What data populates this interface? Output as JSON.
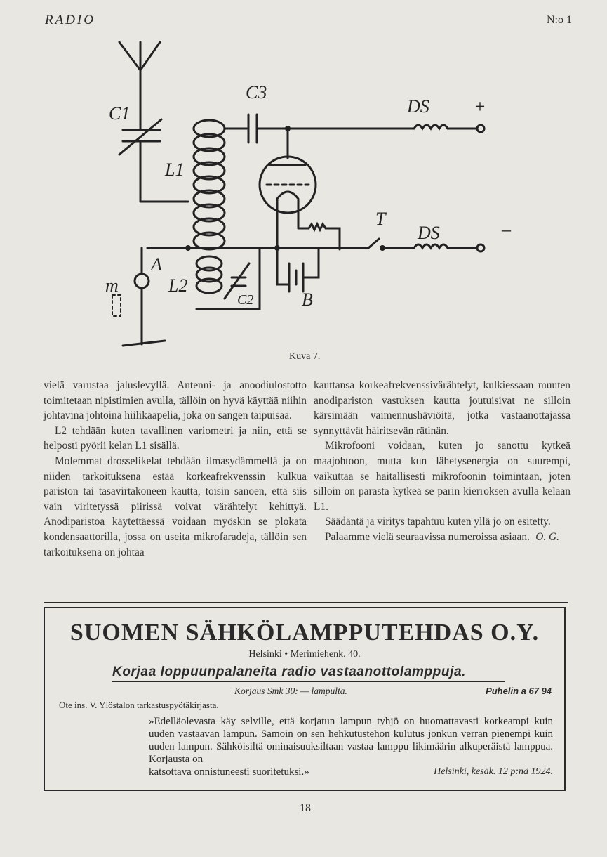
{
  "header": {
    "title": "RADIO",
    "issue": "N:o 1"
  },
  "figure": {
    "caption": "Kuva 7.",
    "labels": {
      "c1": "C1",
      "c3": "C3",
      "l1": "L1",
      "l2": "L2",
      "ds_top": "DS",
      "ds_bottom": "DS",
      "plus": "+",
      "minus": "–",
      "a": "A",
      "m": "m",
      "t": "T",
      "b": "B",
      "c2": "C2"
    }
  },
  "article": {
    "left": [
      "vielä varustaa jaluslevyllä. Antenni- ja anoodiulostotto toimitetaan nipistimien avulla, tällöin on hyvä käyttää niihin johtavina johtoina hiilikaapelia, joka on sangen taipuisaa.",
      "L2 tehdään kuten tavallinen variometri ja niin, että se helposti pyörii kelan L1 sisällä.",
      "Molemmat drosselikelat tehdään ilmasydämmellä ja on niiden tarkoituksena estää korkeafrekvenssin kulkua pariston tai tasavirtakoneen kautta, toisin sanoen, että siis vain viritetyssä piirissä voivat värähtelyt kehittyä. Anodiparistoa käytettäessä voidaan myöskin se plokata kondensaattorilla, jossa on useita mikrofaradeja, tällöin sen tarkoituksena on johtaa"
    ],
    "right": [
      "kauttansa korkeafrekvenssivärähtelyt, kulkiessaan muuten anodipariston vastuksen kautta joutuisivat ne silloin kärsimään vaimennushäviöitä, jotka vastaanottajassa synnyttävät häiritsevän rätinän.",
      "Mikrofooni voidaan, kuten jo sanottu kytkeä maajohtoon, mutta kun lähetysenergia on suurempi, vaikuttaa se haitallisesti mikrofoonin toimintaan, joten silloin on parasta kytkeä se parin kierroksen avulla kelaan L1.",
      "Säädäntä ja viritys tapahtuu kuten yllä jo on esitetty.",
      "Palaamme vielä seuraavissa numeroissa asiaan."
    ],
    "signature": "O. G."
  },
  "ad": {
    "company": "SUOMEN SÄHKÖLAMPPUTEHDAS O.Y.",
    "address": "Helsinki • Merimiehenk. 40.",
    "slogan": "Korjaa loppuunpalaneita radio vastaanottolamppuja.",
    "price": "Korjaus Smk 30: — lampulta.",
    "phone": "Puhelin a 67 94",
    "source": "Ote ins. V. Ylöstalon tarkastuspyötäkirjasta.",
    "quote": "»Edelläolevasta käy selville, että korjatun lampun tyhjö on huomattavasti korkeampi kuin uuden vastaavan lampun. Samoin on sen hehkutustehon kulutus jonkun verran pienempi kuin uuden lampun. Sähköisiltä ominaisuuksiltaan vastaa lamppu likimäärin alkuperäistä lamppua. Korjausta on",
    "quote_last": "katsottava onnistuneesti suoritetuksi.»",
    "place_date": "Helsinki, kesäk. 12 p:nä 1924."
  },
  "footer": {
    "page_number": "18"
  }
}
